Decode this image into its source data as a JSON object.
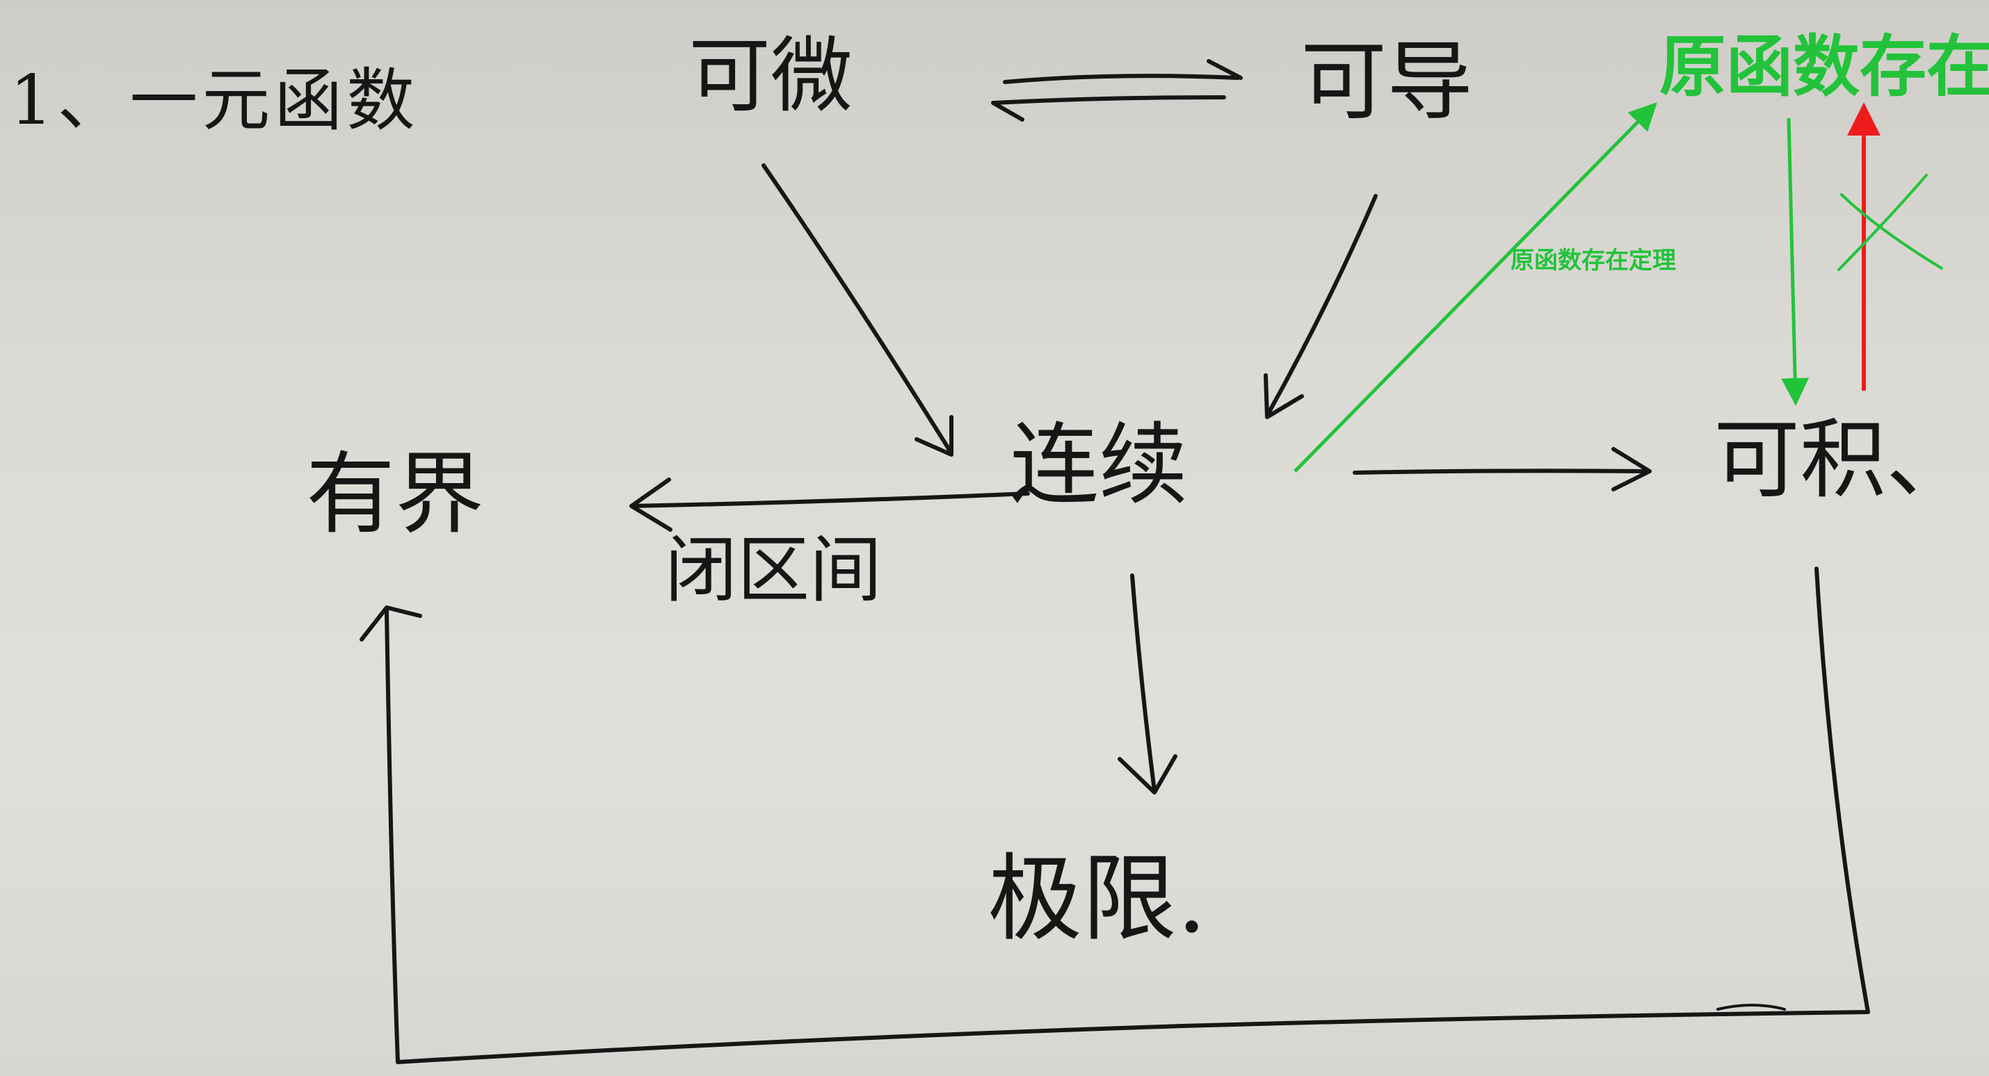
{
  "heading": "1、一元函数",
  "nodes": {
    "differentiable": "可微",
    "derivable": "可导",
    "continuous": "连续",
    "bounded": "有界",
    "integrable": "可积、",
    "limit": "极限.",
    "antiderivative_exists": "原函数存在"
  },
  "edge_labels": {
    "closed_interval": "闭区间",
    "antiderivative_theorem": "原函数存在定理"
  },
  "colors": {
    "ink": "#161616",
    "green": "#22c33a",
    "red": "#ee1c1c"
  }
}
